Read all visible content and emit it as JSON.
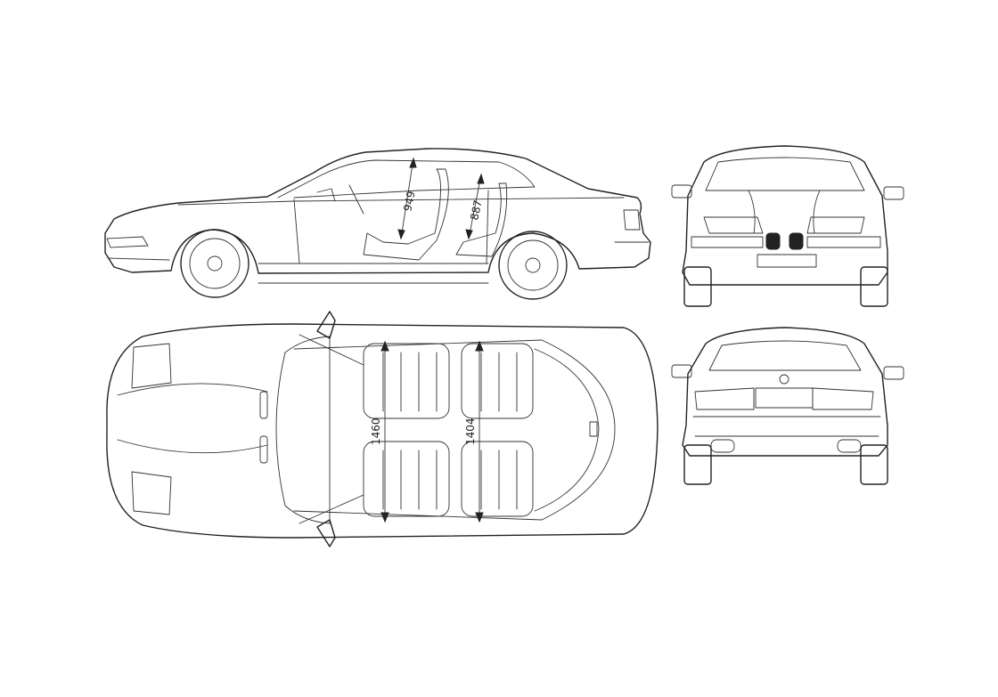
{
  "dimensions": {
    "side_front_headroom": "949",
    "side_rear_headroom": "887",
    "top_front_shoulder": "1460",
    "top_rear_shoulder": "1404"
  },
  "colors": {
    "ink": "#222222",
    "paper": "#ffffff"
  }
}
